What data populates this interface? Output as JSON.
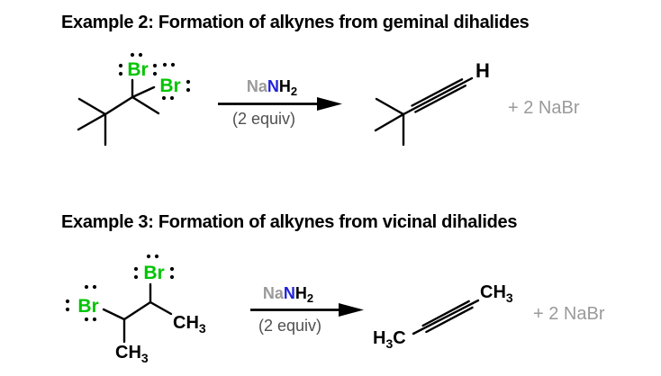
{
  "colors": {
    "background": "#ffffff",
    "bond": "#000000",
    "bromine": "#00c400",
    "nitrogen": "#2222dd",
    "sodium": "#9a9a9a",
    "equiv_gray": "#4f4f4f",
    "byproduct": "#9a9a9a"
  },
  "example2": {
    "title": "Example 2: Formation of alkynes from geminal dihalides",
    "reactant": {
      "br1": "Br",
      "br2": "Br"
    },
    "reagent": {
      "na": "Na",
      "n": "N",
      "h": "H",
      "h_sub": "2",
      "equiv": "(2 equiv)"
    },
    "product": {
      "h": "H"
    },
    "byproduct": "+ 2 NaBr"
  },
  "example3": {
    "title": "Example 3: Formation of alkynes from vicinal dihalides",
    "reactant": {
      "br_top": "Br",
      "br_left": "Br",
      "ch3_bottom": {
        "main": "CH",
        "sub": "3"
      },
      "ch3_right": {
        "main": "CH",
        "sub": "3"
      }
    },
    "reagent": {
      "na": "Na",
      "n": "N",
      "h": "H",
      "h_sub": "2",
      "equiv": "(2 equiv)"
    },
    "product": {
      "h3c": {
        "h": "H",
        "sub": "3",
        "c": "C"
      },
      "ch3": {
        "main": "CH",
        "sub": "3"
      }
    },
    "byproduct": "+ 2 NaBr"
  }
}
